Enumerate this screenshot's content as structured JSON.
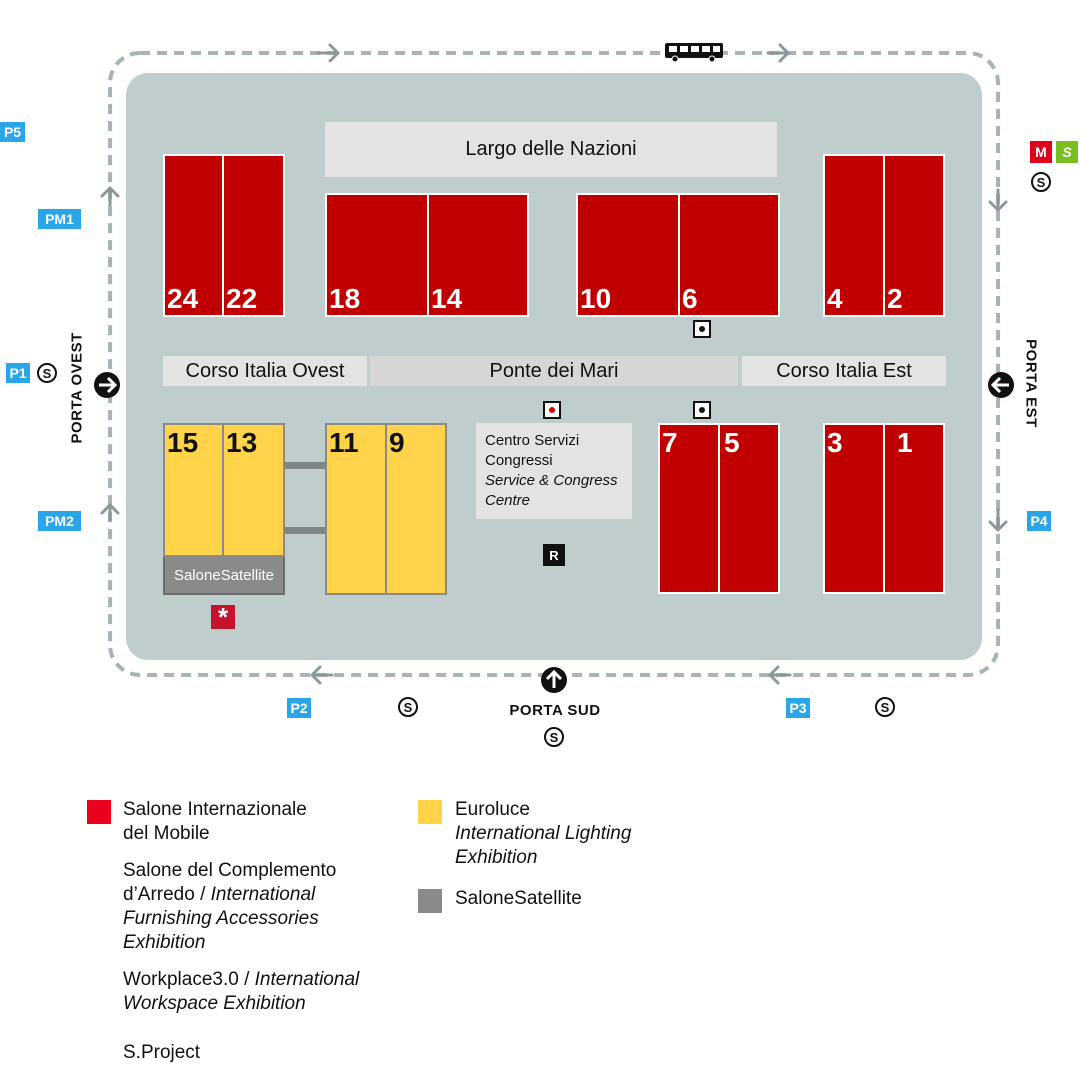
{
  "areas": {
    "largo": "Largo delle Nazioni",
    "corso_ovest": "Corso Italia Ovest",
    "ponte": "Ponte dei Mari",
    "corso_est": "Corso Italia Est"
  },
  "halls": {
    "h24": "24",
    "h22": "22",
    "h18": "18",
    "h14": "14",
    "h10": "10",
    "h6": "6",
    "h4": "4",
    "h2": "2",
    "h15": "15",
    "h13": "13",
    "h11": "11",
    "h9": "9",
    "h7": "7",
    "h5": "5",
    "h3": "3",
    "h1": "1"
  },
  "satellite_label": "SaloneSatellite",
  "service_centre": {
    "line1": "Centro Servizi",
    "line2": "Congressi",
    "line3": "Service & Congress",
    "line4": "Centre"
  },
  "parking": {
    "p5": "P5",
    "pm1": "PM1",
    "p1": "P1",
    "pm2": "PM2",
    "p2": "P2",
    "p3": "P3",
    "p4": "P4"
  },
  "shuttle_symbol": "S",
  "metro": {
    "m": "M",
    "s": "S"
  },
  "gates": {
    "ovest": "PORTA OVEST",
    "est": "PORTA EST",
    "sud": "PORTA SUD"
  },
  "markers": {
    "r": "R",
    "star": "*"
  },
  "legend": {
    "salone_line1": "Salone Internazionale",
    "salone_line2": "del Mobile",
    "complemento_line1": "Salone del Complemento",
    "complemento_line2a": "d’Arredo  / ",
    "complemento_line2b": "International",
    "complemento_line3": "Furnishing Accessories",
    "complemento_line4": "Exhibition",
    "workplace_a": "Workplace3.0 / ",
    "workplace_b": "International",
    "workplace_line2": "Workspace Exhibition",
    "sproject": "S.Project",
    "euroluce": "Euroluce",
    "euroluce_line2": "International Lighting",
    "euroluce_line3": "Exhibition",
    "satellite": "SaloneSatellite"
  },
  "colors": {
    "salone_red": "#c00000",
    "euroluce_yellow": "#ffd34a",
    "satellite_grey": "#8a8a8a",
    "ground": "#bfcdcd",
    "area_grey": "#e3e3e3",
    "parking_blue": "#2aa6e8",
    "metro_red": "#e0001b",
    "metro_green": "#78be20"
  },
  "icons": {
    "gate": "arrow-circle-icon",
    "route": "dashed-arrow-route",
    "bus": "bus-icon",
    "info": "info-point-icon",
    "restaurant": "r-icon",
    "star": "asterisk-icon",
    "shuttle": "shuttle-stop-icon"
  }
}
